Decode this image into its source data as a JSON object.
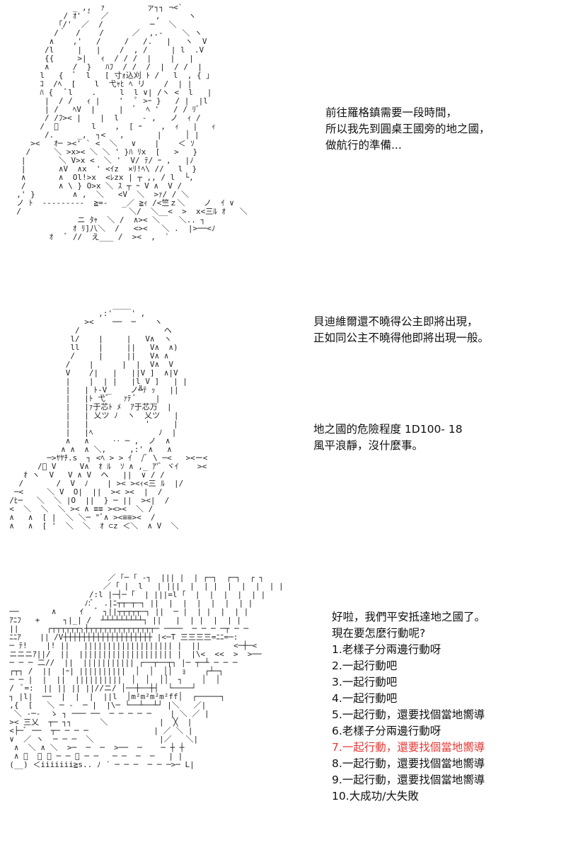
{
  "panels": [
    {
      "art": "              _ ,,  ｧ         ァ┐┐ ¬<`\n            / ｵ'  ﾞ  ／          ,      ヽ\n           ｢/'  ／  /          ─   ＼\n          /｀  /    /      ／  ,.-    ＼ ヽ\n         ∧    ,'   /     /   /.   |   ヽ  V\n        /l     |   |    /  , /     | l  .V\n        {{     >|   ｨ  / / /  |    |   |\n        ∧     /  }   ﾊﾌ  / /  /  |  / /  |\n       l   {  ﾞ  l   [ 寸ｫ込刈 ﾄ /   l  , { ｣\n       ｺ  /ﾍ  [    l  弋ｬﾋ ﾍ リ    /  | |\n       ﾊ {   ﾞl    .     l  l ∨| /ヽ <  l   |\n        |  / /   ｨ |    '   ﾟ >ｰ }   / |  |l\n        | /   ﾍV  |     |  ﾞ  ﾍ '   / / ﾘﾞ\n        / /ﾌ>< |    |  l     - ,   ノ  ｨ /\n       /  ﾞ       l    ,  [ ｰ    ,  ｨ   |   ｨ\n        /.     _,  ┐<   ,       |     │ |\n     ><   ｵ─ ><' ` <  ＼   ∨    |    ＜ ｿ\n    /     ＼ >x>< ＼ ＼ ' }ﾊ ﾘx  [   >   }\n   |       ＼ V>x <  ＼ '  V/ ﾃ/ ｰ ,   |ﾉ\n   |       ∧V  ∧x  ' <ｲz  ×ﾘ!ﾍ\\ //   l  }\n   ∧       ∧  Ol!>x  <ﾚzx | ┬ ,, / l  └,\n   /       ∧ \\ } O>x ＼ ｽ ┬ ｰ V ∧  V /\n  ,' }        ∧ ,  ＼   <V  ＼  >ｧ/ / ＼\n  ノ ﾄ  ---------  ≧=-   _／ ≧ｨ /<竺ｚ＼    ノ  ｲ ∨\n  /                       ＼/  ＼__<  >  x<三ﾙ ｵ   ＼\n               ニ ﾀｬ  ＼ /  ∧>< ＼    ＼.. ┐\n              ｵ ﾘ]八＼  /   <><   ＼ .  |>──<ﾉ\n         ｵ   ﾞ //  え___ /  ><  ,  ` ",
      "lines": [
        "前往羅格鎮需要一段時間，",
        "所以我先到圓桌王國旁的地之國，",
        "做航行的準備..."
      ]
    },
    {
      "art": "                        ____\n                     ,:'    ' ,\n                  ><    ──  ─    ヽ\n                /                  ヘ\n               l/    |     |   V∧  ヽ\n               ll    |     ||   V∧  ∧)\n               /     |     ||   V∧ ∧\n              /    |      |  |  V∧  V\n              V    /|   |   ||V ]  ∧|V\n              |    |  | |   |l V ]   | |\n              |   | ﾄ-V_    ノ╩ﾃ ｯ   ||\n              |   |ﾄ 弋ﾞ   ｧﾃ ﾞ    |\n              |   |ｧ于芯ﾄ ﾒ  ｱ于芯万  |\n              |   | 乂ツ ﾉ  ヽ  乂ツ   |\n              |   |            '     |\n              |   |ﾍ              ﾉ  |\n              ∧   ∧     ‥ ─ ,  ノ  ∧\n             ∧ ∧  ∧ ＼,     ,:' ∧   ∧\n          ─>ﾔﾔﾁ.s  ┐ <ﾍ > > ｲ  /ﾞ \\ ─<   ><ー<\n        /ﾞ V     V∧  ｵ ﾙ  ｿ ∧ ,_ ｱ'ﾞ ヾｲ    ><\n     ｵ ヽ  V   V ∧ V  ヘ   ||  ∨ / /\n    /       /  V  ﾉ    | >< ><ｨ<三 ﾙ  |/\n   ─<     ＼ V  O|  ||  >< ><  |  /\n  /ﾋ─   ＼  ＼ |O  ||  } ─ ||  ><|  /\n  <  ＼  ＼  ＼ >< ∧ ≡≡ ><><  ＼ /\n  ∧   ∧  [ |  ＼ ＼─ \"ﾞ∧ ><≡≡><  /\n  ∧   ∧  [ '  ＼  ＼  ｵ ⊂z ＜＼  ∧ V  ＼",
      "lines_a": [
        "貝迪維爾還不曉得公主即將出現，",
        "正如同公主不曉得他即將出現一般。"
      ],
      "lines_b": [
        "地之國的危險程度 1D100- 18",
        "風平浪靜，沒什麼事。"
      ]
    },
    {
      "art": "                       ／ ｢─ ｢ -┐  ||| |  | ┌─┐  ┌─┐  ┌ ┐\n                      ／ ｢ |  l   | |||  |  | |  |  |  |  | |\n                   /:l |─┤─ ｢  | |||=l ｢  |  |  |  |  | |\n                  ﾉ:ﾞ  .|ﾆ┬┬─┬─┐ ||  |  |  |  |  |  | |\n  ──       ∧     ｲ   ﾞ ┐||┬┬┬┬┬─┐ ||  ─ |  | |  |  | |\n  ｱﾆﾌ   +     ┐|_| /  ┴┴┴┴┴┴┴┴┴┐ ||   |  | |  |  | |\n  ||      ┌┬┬┬┬┬┬┐┼┬┬┬┬┬┬┬┬┬┬┬┬┬┬─ ────  ─ ─ ─ ─┬ ─ ─\n  ﾆﾆｱ    || /V┼┼┼┼┼┼┼┼┼┼┼┼┼┼┼┼┼┼┼ |<─T 三三三三=ﾆﾆ=─:\n  ─ ﾃ!    |! ||   ||||||||||||||||||| |  ||       <─┼─<\n  ニニニｱ||/  ||  |||||||||||||||||||| |  |\\<  <<  >  >──\n  ─ ─ ─ 二//  ||  ||||||||||| ┌──┬──┬┐ |─ ┬─┴ ─ ─ ─\n  ┌┬┐ /  ||  |ｰ| ||||||||||  │  │  ││  ｮ    ┌┴─┐\n  ─ ─ |  |  ||  ||||||||||  │  │  ││  ┐    │  │\n  /  ﾞ=:  || || || ||//ニ/ │──┼──┼┤  └────┘\n  ┐ |l|  ──  |  |  |  ||l  │m²m²m²m²ff│  ┌─────┐\n  ,{  [   ＼ ─ -  ─ |  |\\─ └──┴──┴┘ |＼   ／|\n   ＼ -─-  ゝ ┐ ─── ──  ─ ─ ─ ─ ─    | ＼ ／ |\n  >< 三乂  ┬─ ┐┐      ＼           |  ╳  |\n  <├─ﾞ ──  ┬─ ─ ─ ─              | ／ ＼ |\n  ∨  ／ ヽ  ─ ─ ─  ＼              |／   ＼|\n   ∧  ＼ ∧ ＼  >─  ─  ─  >──  ─    ─ ┼ ┼\n   ∧ ﾞ  ＼ ＼ ─ ─ ＼ ─ ─   ─ ─  ─  ─   | |\n  (__) ＜iiiiiii≧s.. ﾉ ´ ─ ─ ─  ─ ─ ─>─ L|",
      "lines": [
        "好啦，我們平安抵達地之國了。",
        "現在要怎麼行動呢?",
        "1.老樣子分兩邊行動呀",
        "2.一起行動吧",
        "3.一起行動吧",
        "4.一起行動吧",
        "5.一起行動，還要找個當地嚮導",
        "6.老樣子分兩邊行動呀",
        "7.一起行動，還要找個當地嚮導",
        "8.一起行動，還要找個當地嚮導",
        "9.一起行動，還要找個當地嚮導",
        "10.大成功/大失敗"
      ],
      "highlight_color": "#e53935"
    }
  ]
}
